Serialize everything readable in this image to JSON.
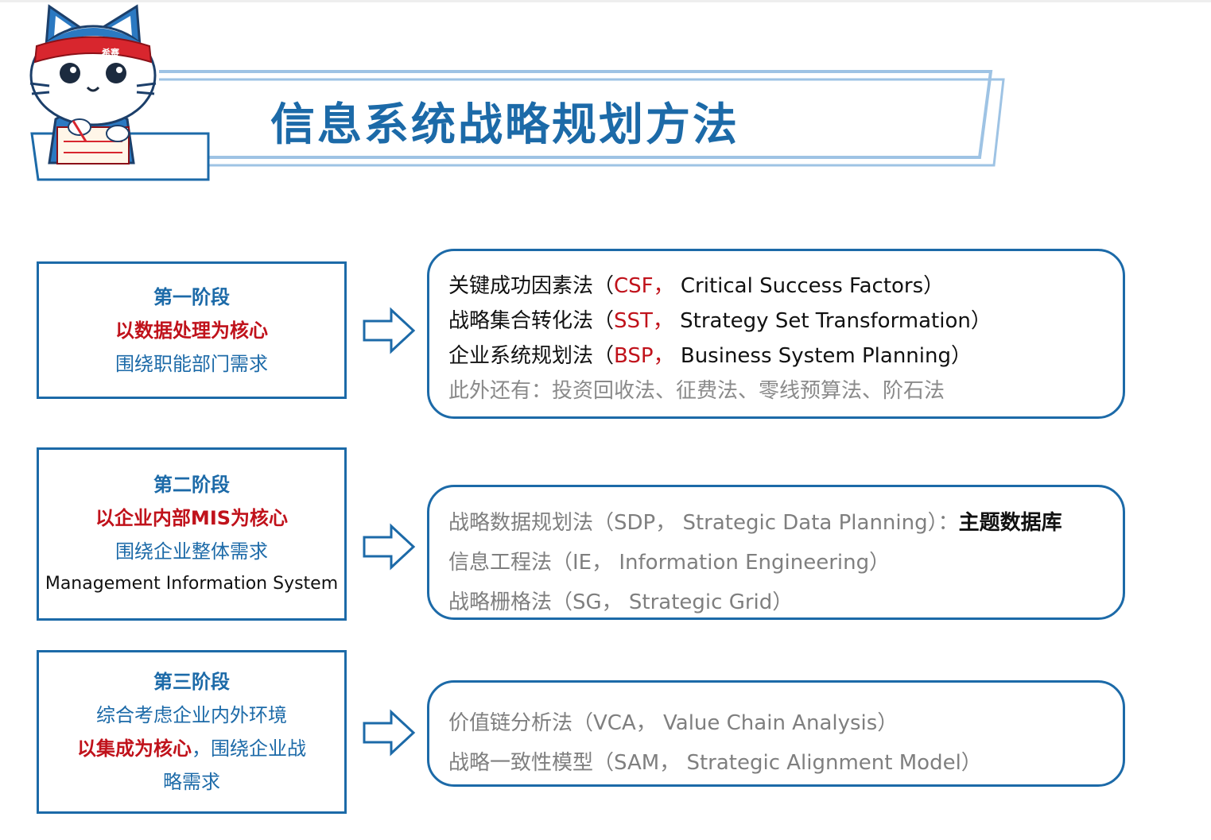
{
  "header": {
    "title": "信息系统战略规划方法",
    "mascot_band_text": "希赛"
  },
  "stages": [
    {
      "name": "第一阶段",
      "focus": "以数据处理为核心",
      "scope": "围绕职能部门需求"
    },
    {
      "name": "第二阶段",
      "focus": "以企业内部MIS为核心",
      "scope": "围绕企业整体需求",
      "note": "Management Information System"
    },
    {
      "name": "第三阶段",
      "consider": "综合考虑企业内外环境",
      "focus": "以集成为核心",
      "scope_part1": "，围绕企业战",
      "scope_part2": "略需求"
    }
  ],
  "methods": {
    "stage1": [
      {
        "name": "关键成功因素法（",
        "abbr": "CSF，",
        "full": " Critical Success Factors）"
      },
      {
        "name": "战略集合转化法（",
        "abbr": "SST，",
        "full": " Strategy Set Transformation）"
      },
      {
        "name": "企业系统规划法（",
        "abbr": "BSP，",
        "full": "  Business System Planning）"
      }
    ],
    "stage1_extra": "此外还有：投资回收法、征费法、零线预算法、阶石法",
    "stage2": [
      {
        "text": "战略数据规划法（SDP， Strategic Data Planning）：",
        "suffix": "主题数据库"
      },
      {
        "text": "信息工程法（IE， Information Engineering）"
      },
      {
        "text": "战略栅格法（SG， Strategic Grid）"
      }
    ],
    "stage3": [
      {
        "text": "价值链分析法（VCA， Value Chain Analysis）"
      },
      {
        "text": "战略一致性模型（SAM， Strategic Alignment Model）"
      }
    ]
  },
  "colors": {
    "primary_blue": "#1c6aa8",
    "emphasis_red": "#c0121b",
    "muted_grey": "#7f7f7f"
  }
}
